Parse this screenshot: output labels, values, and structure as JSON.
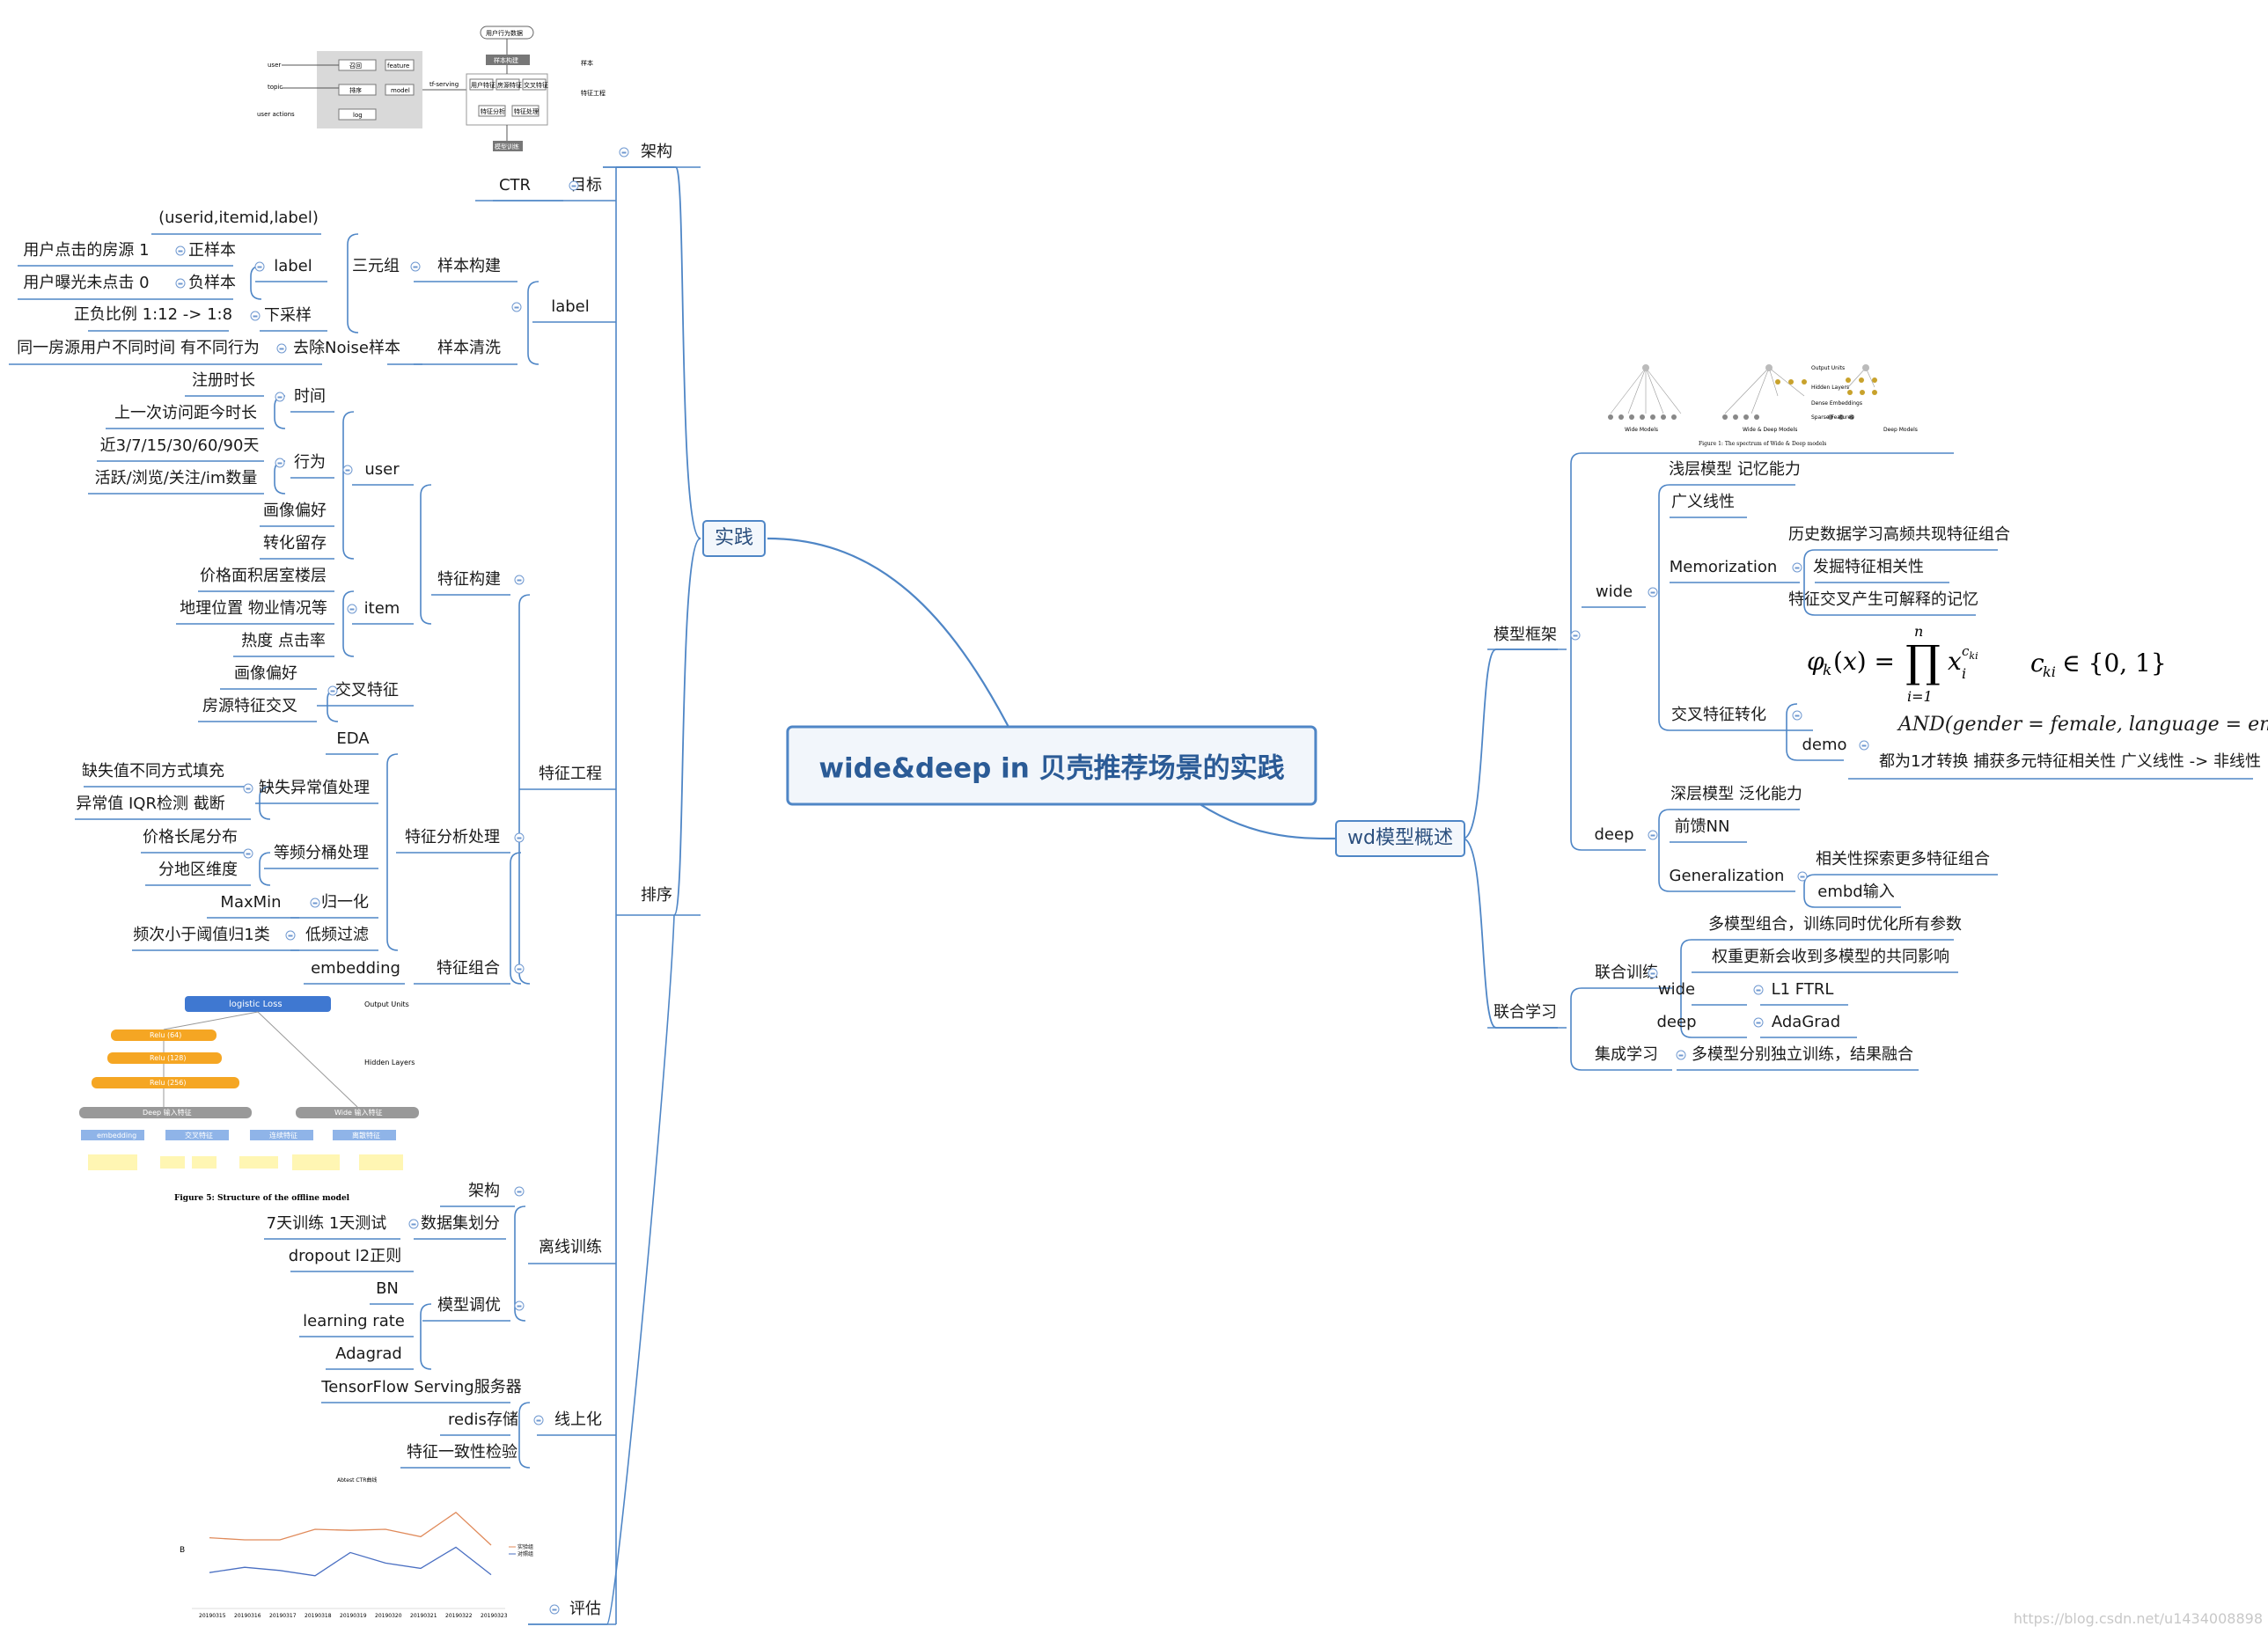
{
  "title": "wide&deep in 贝壳推荐场景的实践",
  "branches": {
    "practice": "实践",
    "overview": "wd模型概述"
  },
  "practice": {
    "arch": "架构",
    "sort": "排序",
    "goal": {
      "label": "目标",
      "value": "CTR"
    },
    "data_prep": {
      "label": "label",
      "sample_build": "样本构建",
      "triple": "三元组",
      "triple_value": "(userid,itemid,label)",
      "pos": "正样本",
      "pos_desc": "用户点击的房源   1",
      "neg": "负样本",
      "neg_desc": "用户曝光未点击   0",
      "downsample": "下采样",
      "downsample_desc": "正负比例 1:12 -> 1:8",
      "clean": "样本清洗",
      "noise": "去除Noise样本",
      "noise_desc": "同一房源用户不同时间 有不同行为"
    },
    "feat_eng": {
      "label": "特征工程",
      "build": "特征构建",
      "user": "user",
      "time": "时间",
      "reg": "注册时长",
      "last_visit": "上一次访问距今时长",
      "behavior": "行为",
      "days": "近3/7/15/30/60/90天",
      "actions": "活跃/浏览/关注/im数量",
      "portrait": "画像偏好",
      "retention": "转化留存",
      "item": "item",
      "price": "价格面积居室楼层",
      "location": "地理位置 物业情况等",
      "heat": "热度 点击率",
      "cross": "交叉特征",
      "cross_portrait": "画像偏好",
      "cross_house": "房源特征交叉",
      "analysis": "特征分析处理",
      "eda": "EDA",
      "missing": "缺失异常值处理",
      "missing_fill": "缺失值不同方式填充",
      "outlier": "异常值 IQR检测 截断",
      "bucket": "等频分桶处理",
      "long_tail": "价格长尾分布",
      "district": "分地区维度",
      "norm": "归一化",
      "maxmin": "MaxMin",
      "lowfreq": "低频过滤",
      "lowfreq_desc": "频次小于阈值归1类",
      "combine": "特征组合",
      "embedding": "embedding"
    },
    "offline": {
      "label": "离线训练",
      "arch": "架构",
      "split": "数据集划分",
      "split_desc": "7天训练 1天测试",
      "dropout": "dropout l2正则",
      "tune": "模型调优",
      "bn": "BN",
      "lr": "learning rate",
      "adagrad": "Adagrad"
    },
    "online": {
      "label": "线上化",
      "tf": "TensorFlow Serving服务器",
      "redis": "redis存储",
      "check": "特征一致性检验"
    },
    "eval": "评估"
  },
  "overview": {
    "framework": "模型框架",
    "wide": "wide",
    "shallow": "浅层模型 记忆能力",
    "linear": "广义线性",
    "memorization": "Memorization",
    "mem1": "历史数据学习高频共现特征组合",
    "mem2": "发掘特征相关性",
    "mem3": "特征交叉产生可解释的记忆",
    "cross": "交叉特征转化",
    "demo": "demo",
    "demo_formula": "AND(gender = female, language = en",
    "demo_desc": "都为1才转换 捕获多元特征相关性 广义线性 -> 非线性",
    "deep": "deep",
    "deep1": "深层模型 泛化能力",
    "deep2": "前馈NN",
    "generalization": "Generalization",
    "gen1": "相关性探索更多特征组合",
    "gen2": "embd输入",
    "joint": "联合学习",
    "joint_train": "联合训练",
    "jt1": "多模型组合，训练同时优化所有参数",
    "jt2": "权重更新会收到多模型的共同影响",
    "jt_wide": "wide",
    "jt_wide_opt": "L1 FTRL",
    "jt_deep": "deep",
    "jt_deep_opt": "AdaGrad",
    "ensemble": "集成学习",
    "ens1": "多模型分别独立训练，结果融合"
  },
  "arch_thumb": {
    "user": "user",
    "topic": "topic",
    "user_actions": "user actions",
    "recall": "召回",
    "rank": "排序",
    "log": "log",
    "feature": "feature",
    "model": "model",
    "tf_serving": "tf-serving",
    "behavior_data": "用户行为数据",
    "sample_build": "样本构建",
    "user_feat": "用户特征",
    "house_feat": "房源特征",
    "cross_feat": "交叉特征",
    "feat_analysis": "特征分析",
    "feat_proc": "特征处理",
    "model_train": "模型训练",
    "side_a": "样本",
    "side_b": "特征工程"
  },
  "wd_thumb": {
    "output": "Output Units",
    "hidden": "Hidden Layers",
    "dense": "Dense Embeddings",
    "sparse": "Sparse Features",
    "wide_models": "Wide Models",
    "wd_models": "Wide & Deep Models",
    "deep_models": "Deep Models",
    "caption": "Figure 1:  The spectrum of Wide & Deep models"
  },
  "offline_thumb": {
    "loss": "logistic Loss",
    "output": "Output Units",
    "hidden": "Hidden Layers",
    "relu1": "Relu (64)",
    "relu2": "Relu (128)",
    "relu3": "Relu (256)",
    "deep_in": "Deep 输入特征",
    "wide_in": "Wide 输入特征",
    "emb": "embedding",
    "cross": "交叉特征",
    "cont": "连续特征",
    "disc": "离散特征",
    "caption": "Figure 5: Structure of the offline model"
  },
  "eval_thumb": {
    "title": "Abtest CTR曲线",
    "legend_a": "实验组",
    "legend_b": "对照组",
    "x": [
      "20190315",
      "20190316",
      "20190317",
      "20190318",
      "20190319",
      "20190320",
      "20190321",
      "20190322",
      "20190323"
    ],
    "series_a": [
      0.62,
      0.6,
      0.6,
      0.7,
      0.69,
      0.7,
      0.63,
      0.86,
      0.55
    ],
    "series_b": [
      0.29,
      0.34,
      0.31,
      0.26,
      0.48,
      0.38,
      0.33,
      0.53,
      0.27
    ]
  },
  "watermark": "https://blog.csdn.net/u1434008898",
  "colors": {
    "line": "#4f86c6",
    "accent": "#2b5b96"
  }
}
